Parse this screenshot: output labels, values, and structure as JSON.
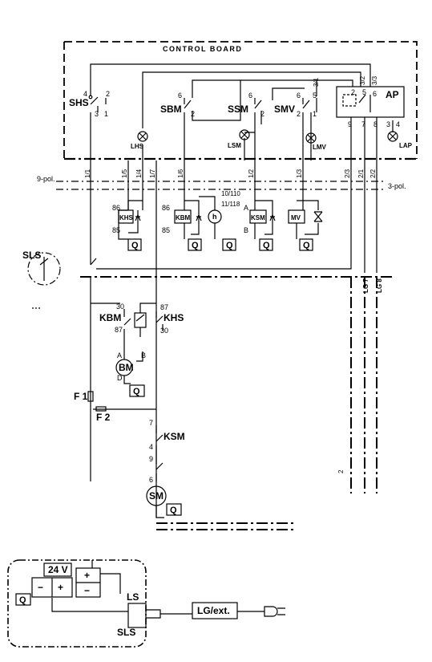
{
  "control_board": {
    "title": "CONTROL BOARD"
  },
  "switches": {
    "shs": {
      "label": "SHS",
      "pins": [
        "4",
        "2",
        "3",
        "1"
      ]
    },
    "sbm": {
      "label": "SBM",
      "pins": [
        "6",
        "2"
      ]
    },
    "ssm": {
      "label": "SSM",
      "pins": [
        "6",
        "2"
      ]
    },
    "smv": {
      "label": "SMV",
      "pins": [
        "6",
        "2",
        "5",
        "1"
      ]
    },
    "ap": {
      "label": "AP",
      "pins": [
        "2",
        "5",
        "6",
        "9",
        "7",
        "8",
        "3",
        "4"
      ],
      "top_pins": [
        "3/1",
        "3/2",
        "3/3"
      ]
    }
  },
  "lamps": {
    "lhs": "LHS",
    "lsm": "LSM",
    "lmv": "LMV",
    "lap": "LAP"
  },
  "connectors": {
    "nine_pol": "9-pol.",
    "three_pol": "3-pol.",
    "pins_left": [
      "1/1",
      "1/5",
      "1/4",
      "1/7",
      "1/6",
      "1/2",
      "1/3"
    ],
    "pins_right": [
      "2/3",
      "2/1",
      "2/2"
    ]
  },
  "relays": {
    "khs": {
      "label": "KHS",
      "pins": [
        "86",
        "85"
      ]
    },
    "kbm": {
      "label": "KBM",
      "pins": [
        "86",
        "85"
      ]
    },
    "ksm": {
      "label": "KSM",
      "pins": [
        "A",
        "B"
      ]
    },
    "mv": {
      "label": "MV"
    },
    "h": {
      "label": "h",
      "codes": [
        "10/110",
        "11/118"
      ]
    }
  },
  "ground_label": "Q",
  "sls": {
    "label": "SLS"
  },
  "kbm_power": {
    "label": "KBM",
    "pins": [
      "30",
      "87"
    ]
  },
  "khs_power": {
    "label": "KHS",
    "pins": [
      "87",
      "30"
    ]
  },
  "motor_bm": {
    "label": "BM",
    "pins": [
      "A",
      "B",
      "D"
    ]
  },
  "motor_sm": {
    "label": "SM",
    "pin": "6"
  },
  "fuses": {
    "f1": "F 1",
    "f2": "F 2"
  },
  "ksm_power": {
    "label": "KSM",
    "pins": [
      "7",
      "4",
      "9"
    ]
  },
  "cables": {
    "lg7": "LG 7",
    "lg8": "LG 8",
    "marker2": "2"
  },
  "power_box": {
    "voltage": "24 V",
    "minus": "−",
    "plus": "+",
    "ls": "LS",
    "sls": "SLS",
    "charger": "LG/ext."
  }
}
